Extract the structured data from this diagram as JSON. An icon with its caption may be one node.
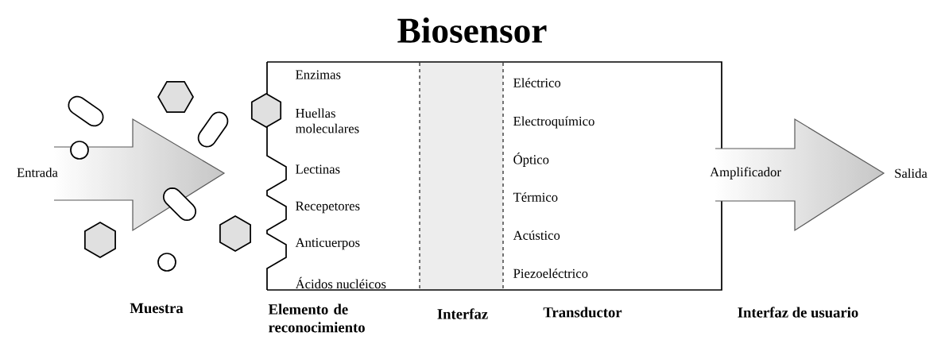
{
  "diagram": {
    "title": "Biosensor",
    "nodes": [
      {
        "text": [
          "Entrada"
        ]
      },
      {
        "text": [],
        "shape": "box"
      },
      {
        "text": [
          "Enzimas",
          "Huellas moleculares",
          "Lectinas",
          "Recepetores",
          "Anticuerpos",
          "Ácidos nucléicos"
        ],
        "in": 1
      },
      {
        "text": [],
        "shape": "band",
        "in": 1
      },
      {
        "text": [
          "Eléctrico",
          "Electroquímico",
          "Óptico",
          "Térmico",
          "Acústico",
          "Piezoeléctrico"
        ],
        "in": 1
      },
      {
        "text": [
          "Amplificador"
        ],
        "beside": [
          "Salida"
        ]
      }
    ],
    "labels": [
      "Muestra",
      "Elemento de reconocimiento",
      "Interfaz",
      "Transductor",
      "Interfaz de usuario"
    ]
  }
}
